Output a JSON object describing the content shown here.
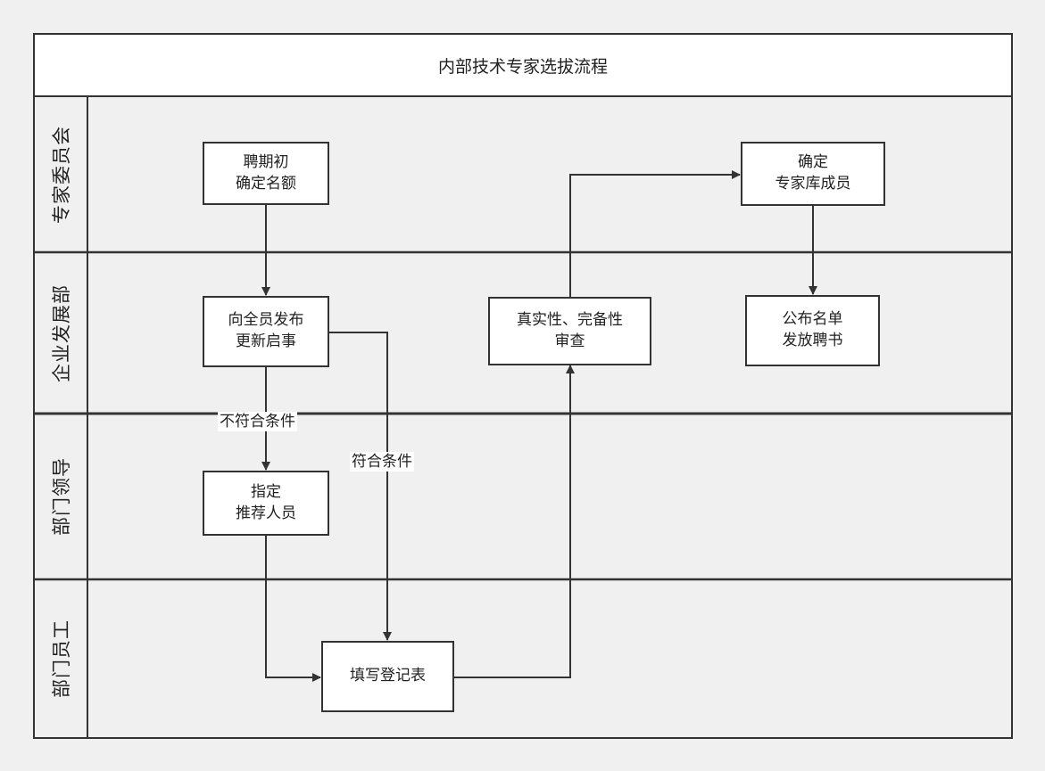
{
  "diagram": {
    "title": "内部技术专家选拔流程",
    "lanes": [
      {
        "id": "lane-committee",
        "label": "专家委员会"
      },
      {
        "id": "lane-dev",
        "label": "企业发展部"
      },
      {
        "id": "lane-leader",
        "label": "部门领导"
      },
      {
        "id": "lane-staff",
        "label": "部门员工"
      }
    ],
    "nodes": {
      "n1": "聘期初\n确定名额",
      "n2": "确定\n专家库成员",
      "n3": "向全员发布\n更新启事",
      "n4": "真实性、完备性\n审查",
      "n5": "公布名单\n发放聘书",
      "n6": "指定\n推荐人员",
      "n7": "填写登记表"
    },
    "edge_labels": {
      "not_qualified": "不符合条件",
      "qualified": "符合条件"
    },
    "edges": [
      {
        "from": "n1",
        "to": "n3"
      },
      {
        "from": "n3",
        "to": "n6",
        "label": "not_qualified"
      },
      {
        "from": "n3",
        "to": "n7",
        "label": "qualified"
      },
      {
        "from": "n6",
        "to": "n7"
      },
      {
        "from": "n7",
        "to": "n4"
      },
      {
        "from": "n4",
        "to": "n2"
      },
      {
        "from": "n2",
        "to": "n5"
      }
    ]
  }
}
